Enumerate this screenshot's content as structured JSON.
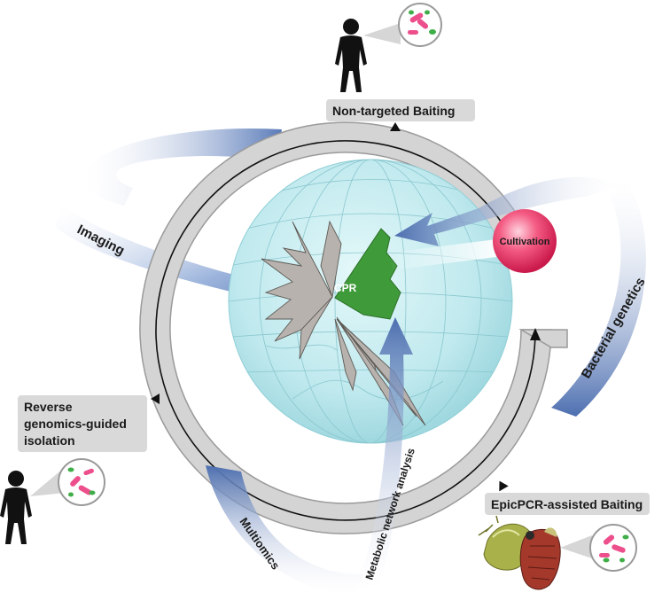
{
  "center": {
    "label": "CPR"
  },
  "methods": {
    "non_targeted": "Non-targeted Baiting",
    "reverse_genomics_lines": [
      "Reverse",
      "genomics-guided",
      "isolation"
    ],
    "epicpcr": "EpicPCR-assisted Baiting",
    "cultivation": "Cultivation"
  },
  "arrows": {
    "imaging": "Imaging",
    "bacterial_genetics": "Bacterial genetics",
    "multiomics": "Multiomics",
    "metabolic": "Metabolic network analysis"
  },
  "colors": {
    "ring": "#d4d4d4",
    "ring_stroke": "#9a9a9a",
    "globe": "#c2ecef",
    "cpr_wedge": "#3f9a3a",
    "tree": "#b7b2ad",
    "arrow_blue": "#5577b8",
    "cultivation": "#ef3f6d",
    "bacteria_pink": "#ec4f8b",
    "bacteria_green": "#3fae48",
    "label_box": "#d9d9d9"
  }
}
